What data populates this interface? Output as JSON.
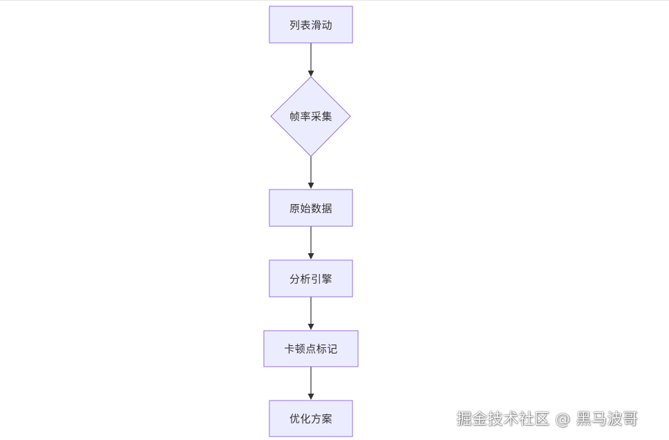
{
  "diagram": {
    "nodes": [
      {
        "id": "n1",
        "label": "列表滑动",
        "shape": "rect"
      },
      {
        "id": "n2",
        "label": "帧率采集",
        "shape": "diamond"
      },
      {
        "id": "n3",
        "label": "原始数据",
        "shape": "rect"
      },
      {
        "id": "n4",
        "label": "分析引擎",
        "shape": "rect"
      },
      {
        "id": "n5",
        "label": "卡顿点标记",
        "shape": "rect"
      },
      {
        "id": "n6",
        "label": "优化方案",
        "shape": "rect"
      }
    ],
    "edges": [
      {
        "from": "n1",
        "to": "n2"
      },
      {
        "from": "n2",
        "to": "n3"
      },
      {
        "from": "n3",
        "to": "n4"
      },
      {
        "from": "n4",
        "to": "n5"
      },
      {
        "from": "n5",
        "to": "n6"
      }
    ],
    "colors": {
      "node_fill": "#ECECFF",
      "node_stroke": "#9370DB",
      "edge": "#333333",
      "text": "#333333"
    }
  },
  "watermark": "掘金技术社区 @ 黑马波哥"
}
